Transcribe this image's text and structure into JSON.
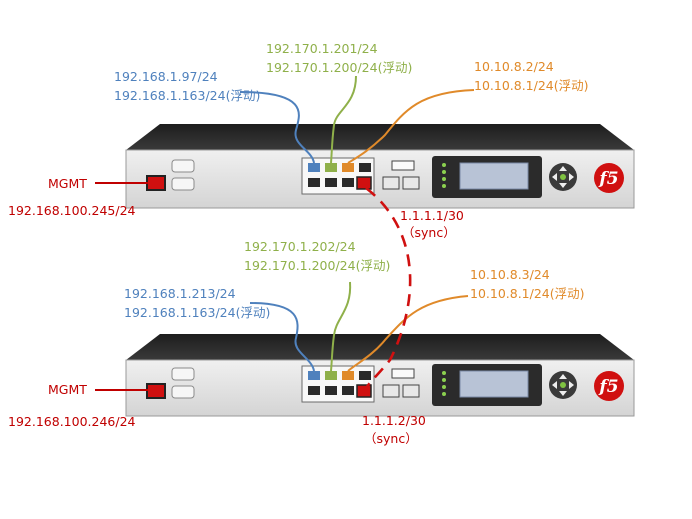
{
  "colors": {
    "blue": "#4f81bd",
    "green": "#8fb04a",
    "orange": "#e08a2a",
    "red": "#c00000",
    "chassis_top": "#2b2b2b",
    "chassis_face": "#e4e4e4"
  },
  "device_top": {
    "blue_ips": [
      "192.168.1.97/24",
      "192.168.1.163/24(浮动)"
    ],
    "green_ips": [
      "192.170.1.201/24",
      "192.170.1.200/24(浮动)"
    ],
    "orange_ips": [
      "10.10.8.2/24",
      "10.10.8.1/24(浮动)"
    ],
    "mgmt_label": "MGMT",
    "mgmt_ip": "192.168.100.245/24",
    "sync_ip": "1.1.1.1/30",
    "sync_label": "（sync）",
    "logo": "f5"
  },
  "device_bottom": {
    "blue_ips": [
      "192.168.1.213/24",
      "192.168.1.163/24(浮动)"
    ],
    "green_ips": [
      "192.170.1.202/24",
      "192.170.1.200/24(浮动)"
    ],
    "orange_ips": [
      "10.10.8.3/24",
      "10.10.8.1/24(浮动)"
    ],
    "mgmt_label": "MGMT",
    "mgmt_ip": "192.168.100.246/24",
    "sync_ip": "1.1.1.2/30",
    "sync_label": "（sync）",
    "logo": "f5"
  }
}
